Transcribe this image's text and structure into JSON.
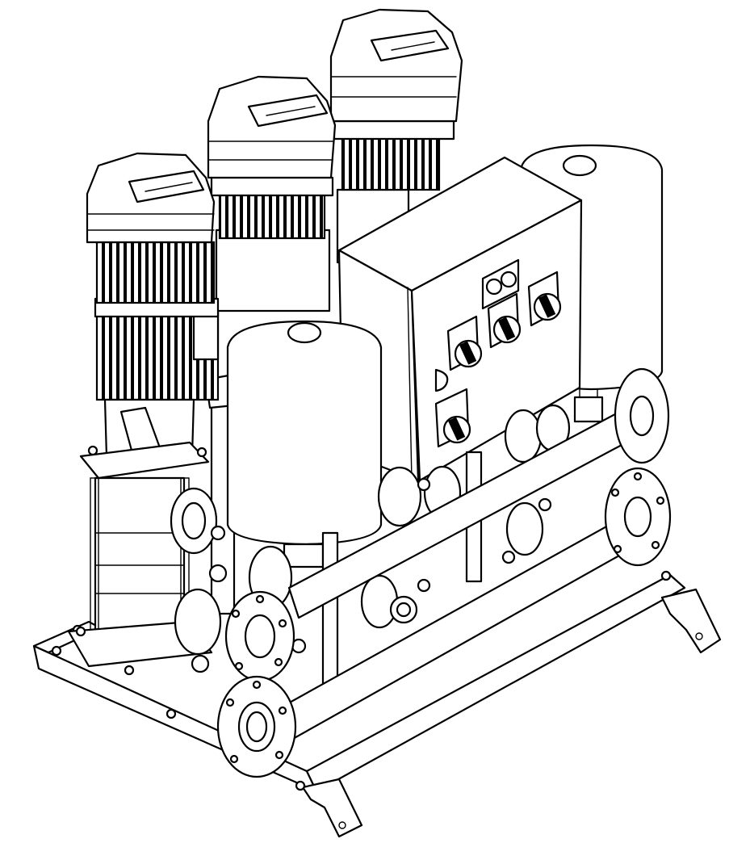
{
  "drawing": {
    "background": "#ffffff",
    "line_color": "#000000",
    "pump_count": 3,
    "vessel_count": 2,
    "selector_switch_count": 5,
    "indicator_lamp_count": 2,
    "manifold_count": 2,
    "icons": [
      "pump-motor-icon",
      "pressure-vessel-icon",
      "control-panel-icon",
      "selector-switch-icon",
      "flange-icon",
      "base-frame-icon"
    ]
  }
}
